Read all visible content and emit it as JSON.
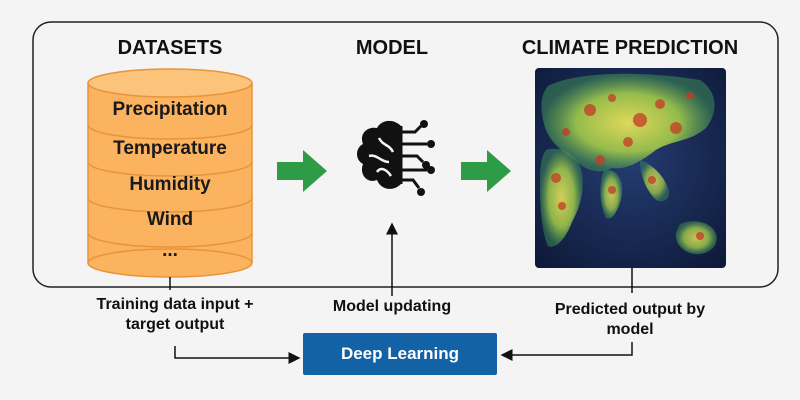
{
  "headers": {
    "datasets": "DATASETS",
    "model": "MODEL",
    "prediction": "CLIMATE PREDICTION"
  },
  "datasets": {
    "items": [
      "Precipitation",
      "Temperature",
      "Humidity",
      "Wind",
      "..."
    ]
  },
  "captions": {
    "training": "Training data input + target output",
    "model_updating": "Model updating",
    "predicted": "Predicted output by model"
  },
  "deep_learning": {
    "label": "Deep Learning"
  },
  "colors": {
    "cylinder": "#fbb35f",
    "cylinder_edge": "#e8943a",
    "arrow_green": "#2e9b46",
    "dl_box": "#1462a6",
    "panel_border": "#222222"
  },
  "icons": {
    "model": "brain-circuit-icon",
    "prediction": "world-heatmap-image"
  }
}
